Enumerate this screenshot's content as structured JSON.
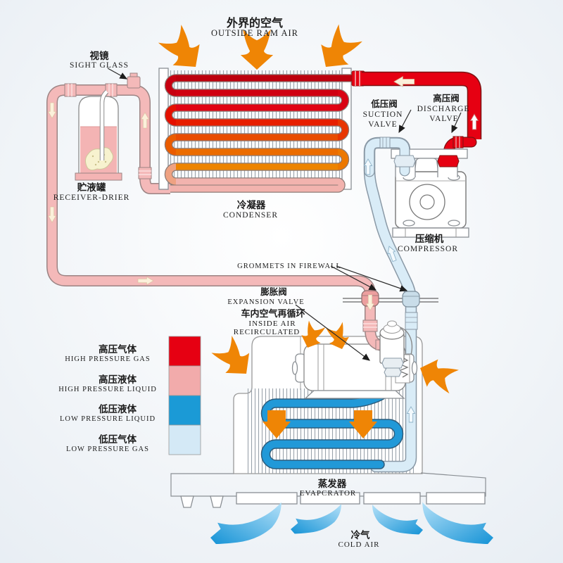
{
  "title": {
    "zh": "外界的空气",
    "en": "OUTSIDE RAM AIR"
  },
  "labels": {
    "sight_glass": {
      "zh": "视镜",
      "en": "SIGHT GLASS"
    },
    "receiver_drier": {
      "zh": "贮液罐",
      "en": "RECEIVER-DRIER"
    },
    "condenser": {
      "zh": "冷凝器",
      "en": "CONDENSER"
    },
    "suction_valve": {
      "zh": "低压阀",
      "en1": "SUCTION",
      "en2": "VALVE"
    },
    "discharge_valve": {
      "zh": "高压阀",
      "en1": "DISCHARGE",
      "en2": "VALVE"
    },
    "compressor": {
      "zh": "压缩机",
      "en": "COMPRESSOR"
    },
    "grommets": {
      "en": "GROMMETS IN FIREWALL"
    },
    "expansion_valve": {
      "zh": "膨胀阀",
      "en": "EXPANSION VALVE"
    },
    "inside_air": {
      "zh": "车内空气再循环",
      "en1": "INSIDE AIR",
      "en2": "RECIRCULATED"
    },
    "evaporator": {
      "zh": "蒸发器",
      "en": "EVAPCRATOR"
    },
    "cold_air": {
      "zh": "冷气",
      "en": "COLD AIR"
    }
  },
  "legend": {
    "items": [
      {
        "zh": "高压气体",
        "en": "HIGH PRESSURE GAS",
        "color": "#e60012"
      },
      {
        "zh": "高压液体",
        "en": "HIGH PRESSURE LIQUID",
        "color": "#f2abab"
      },
      {
        "zh": "低压液体",
        "en": "LOW PRESSURE LIQUID",
        "color": "#1b9ad6"
      },
      {
        "zh": "低压气体",
        "en": "LOW PRESSURE GAS",
        "color": "#d4e9f6"
      }
    ]
  },
  "colors": {
    "orange": "#ef8505",
    "hp_gas_red": "#e60012",
    "hp_liquid_pink": "#f4b9b9",
    "lp_liquid_blue": "#2199d8",
    "lp_gas_lightblue": "#d9ecf7",
    "cold_air_blue": "#1593d6"
  }
}
